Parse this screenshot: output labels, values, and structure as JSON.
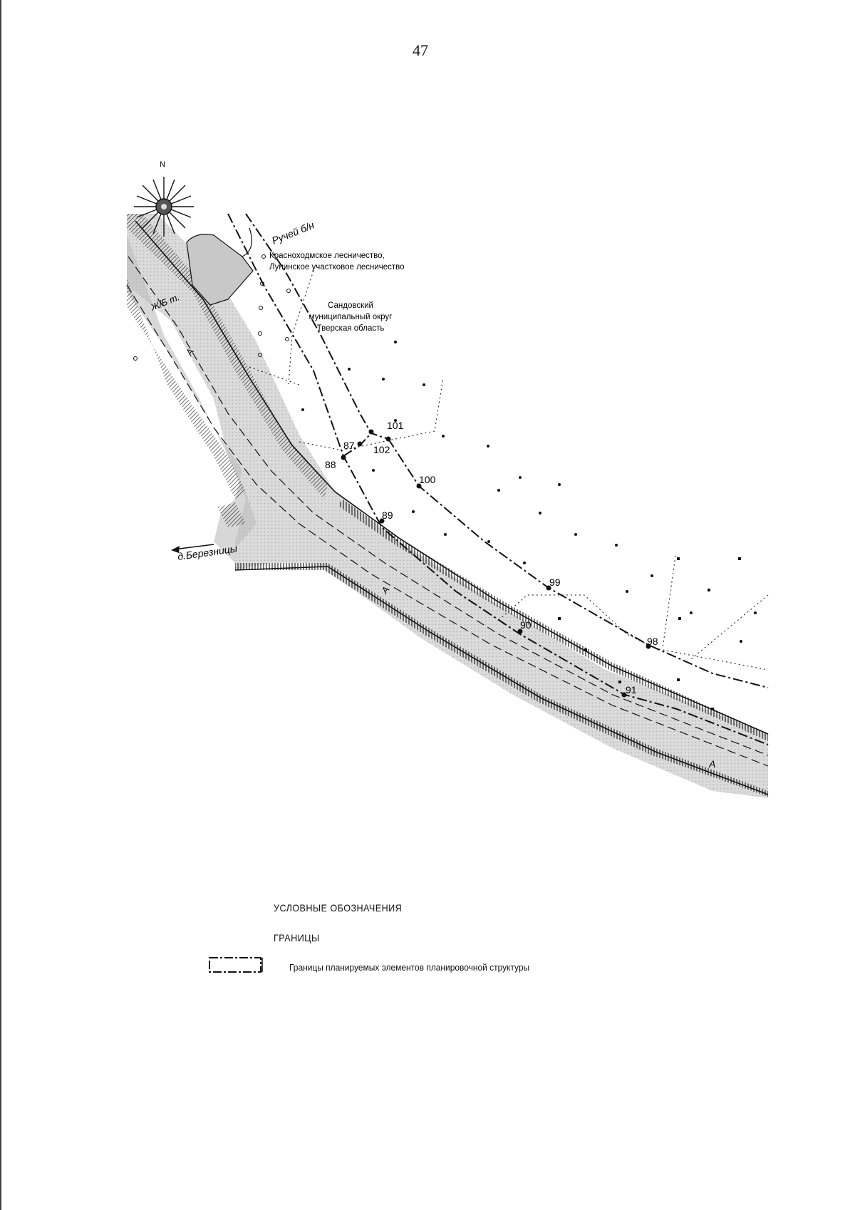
{
  "page": {
    "number": "47"
  },
  "map": {
    "north_label": "N",
    "stream_label": "Ручей б/н",
    "forestry_label_line1": "Красноходмское лесничество,",
    "forestry_label_line2": "Лунинское участковое лесничество",
    "district_label_line1": "Сандовский",
    "district_label_line2": "муниципальный округ",
    "district_label_line3": "Тверская область",
    "pipe_label": "Ж/Б т.",
    "direction_label": "д.Березницы",
    "road_labels": [
      "А",
      "А",
      "А"
    ],
    "points": [
      "87",
      "88",
      "89",
      "90",
      "91",
      "98",
      "99",
      "100",
      "101",
      "102"
    ]
  },
  "legend": {
    "title": "УСЛОВНЫЕ ОБОЗНАЧЕНИЯ",
    "section": "ГРАНИЦЫ",
    "items": [
      {
        "label": "Границы планируемых элементов планировочной структуры"
      }
    ]
  }
}
